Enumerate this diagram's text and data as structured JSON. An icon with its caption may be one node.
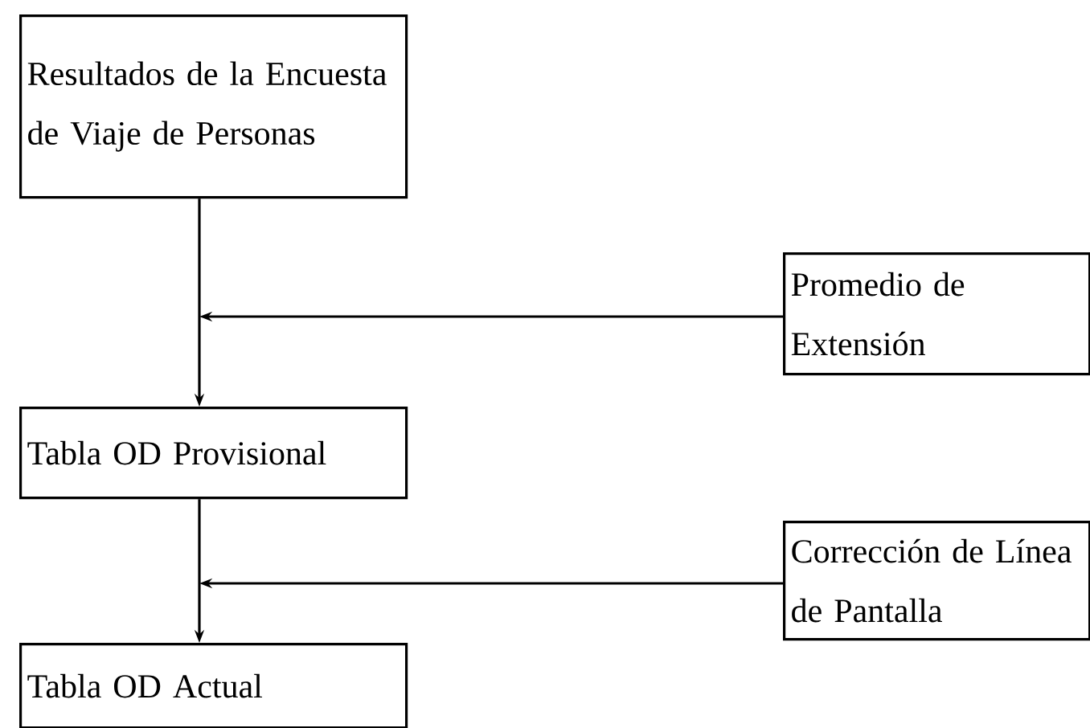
{
  "diagram": {
    "nodes": [
      {
        "text": [
          "Resultados de la Encuesta de Viaje de Personas"
        ]
      },
      {
        "text": [
          "Promedio de Extensión"
        ]
      },
      {
        "text": [
          "Tabla OD Provisional"
        ]
      },
      {
        "text": [
          "Corrección de Línea de Pantalla"
        ]
      },
      {
        "text": [
          "Tabla OD Actual"
        ]
      }
    ],
    "edges": [
      {
        "from": 0,
        "to": 2,
        "arrow": "to"
      },
      {
        "from": 1,
        "to": null,
        "arrow": "to"
      },
      {
        "from": 2,
        "to": 4,
        "arrow": "to"
      },
      {
        "from": 3,
        "to": null,
        "arrow": "to"
      }
    ]
  }
}
